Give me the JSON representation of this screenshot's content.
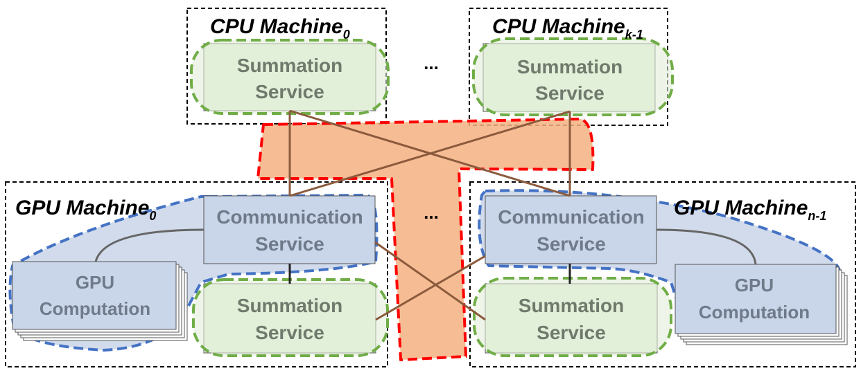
{
  "cpu_machines": [
    {
      "name": "CPU Machine",
      "subscript": "0"
    },
    {
      "name": "CPU Machine",
      "subscript": "k-1"
    }
  ],
  "gpu_machines": [
    {
      "name": "GPU Machine",
      "subscript": "0"
    },
    {
      "name": "GPU Machine",
      "subscript": "n-1"
    }
  ],
  "services": {
    "summation": [
      "Summation",
      "Service"
    ],
    "communication": [
      "Communication",
      "Service"
    ],
    "gpu_computation": [
      "GPU",
      "Computation"
    ]
  },
  "ellipsis": "...",
  "colors": {
    "summation_fill": "#e2efd9",
    "summation_border": "#70ad47",
    "communication_fill": "#c9d5e9",
    "communication_border": "#4472c4",
    "network_fill": "#f4b183",
    "network_border": "#ff0000",
    "link_line": "#8b5a3c"
  }
}
